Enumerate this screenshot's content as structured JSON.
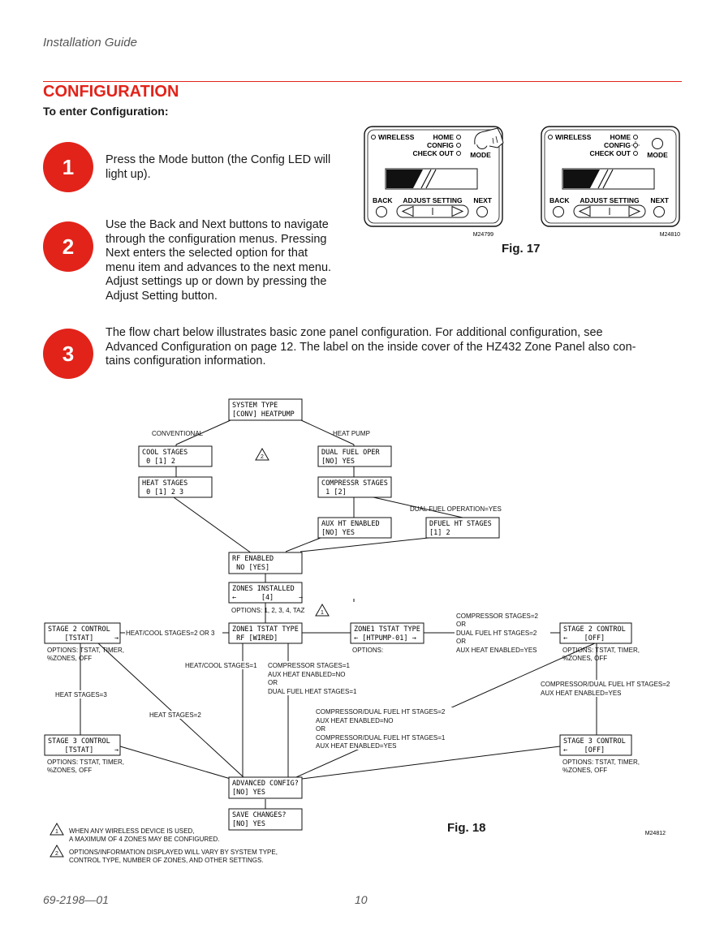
{
  "header": {
    "running_head": "Installation Guide"
  },
  "section": {
    "title": "CONFIGURATION",
    "subtitle": "To enter Configuration:"
  },
  "steps": [
    {
      "number": "1",
      "lines": [
        "Press the Mode button (the Config LED will",
        "light up)."
      ]
    },
    {
      "number": "2",
      "lines": [
        "Use the Back and Next buttons to navigate",
        "through the configuration menus. Pressing",
        "Next enters the selected option for that",
        "menu item and advances to the next menu.",
        "Adjust settings up or down by pressing the",
        "Adjust Setting button."
      ]
    },
    {
      "number": "3",
      "lines": [
        "The flow chart below illustrates basic zone panel configuration. For additional configuration, see",
        "Advanced Configuration on page 12. The label on the inside cover of the HZ432 Zone Panel also con-",
        "tains configuration information."
      ]
    }
  ],
  "fig17": {
    "label": "Fig. 17",
    "panels": [
      {
        "wireless": "WIRELESS",
        "home": "HOME",
        "config": "CONFIG",
        "check_out": "CHECK OUT",
        "mode": "MODE",
        "back": "BACK",
        "adjust": "ADJUST SETTING",
        "next": "NEXT",
        "code": "M24799"
      },
      {
        "wireless": "WIRELESS",
        "home": "HOME",
        "config": "CONFIG",
        "check_out": "CHECK OUT",
        "mode": "MODE",
        "back": "BACK",
        "adjust": "ADJUST SETTING",
        "next": "NEXT",
        "code": "M24810"
      }
    ]
  },
  "fig18": {
    "label": "Fig. 18",
    "code": "M24812",
    "boxes": {
      "system_type": [
        "SYSTEM TYPE",
        "[CONV] HEATPUMP"
      ],
      "cool_stages": [
        "COOL STAGES",
        " 0 [1] 2"
      ],
      "heat_stages": [
        "HEAT STAGES",
        " 0 [1] 2 3"
      ],
      "dual_fuel_oper": [
        "DUAL FUEL OPER",
        "[NO] YES"
      ],
      "compressr_stages": [
        "COMPRESSR STAGES",
        " 1 [2]"
      ],
      "aux_ht_enabled": [
        "AUX HT ENABLED",
        "[NO] YES"
      ],
      "dfuel_ht_stages": [
        "DFUEL HT STAGES",
        "[1] 2"
      ],
      "rf_enabled": [
        "RF ENABLED",
        " NO [YES]"
      ],
      "zones_installed": [
        "ZONES INSTALLED",
        "←      [4]      →"
      ],
      "zone1_tstat_left": [
        "ZONE1 TSTAT TYPE",
        " RF [WIRED]"
      ],
      "zone1_tstat_right": [
        "ZONE1 TSTAT TYPE",
        "← [HTPUMP-01] →"
      ],
      "stage2_left": [
        "STAGE 2 CONTROL",
        "    [TSTAT]     →"
      ],
      "stage2_right": [
        "STAGE 2 CONTROL",
        "←    [OFF]"
      ],
      "stage3_left": [
        "STAGE 3 CONTROL",
        "    [TSTAT]     →"
      ],
      "stage3_right": [
        "STAGE 3 CONTROL",
        "←    [OFF]"
      ],
      "advanced_config": [
        "ADVANCED CONFIG?",
        "[NO] YES"
      ],
      "save_changes": [
        "SAVE CHANGES?",
        "[NO] YES"
      ]
    },
    "labels": {
      "conventional": "CONVENTIONAL",
      "heat_pump": "HEAT PUMP",
      "warn2_top": "2",
      "dual_fuel_operation": "DUAL FUEL OPERATION=YES",
      "options_zones": "OPTIONS: 1, 2, 3, 4, TAZ",
      "warn1": "1",
      "heat_cool_stages_2or3": "HEAT/COOL STAGES=2 OR 3",
      "options_left": [
        "OPTIONS: TSTAT, TIMER,",
        "%ZONES, OFF"
      ],
      "options_right": [
        "OPTIONS: TSTAT, TIMER,",
        "%ZONES, OFF"
      ],
      "options_mid": "OPTIONS:",
      "compressor_group": [
        "COMPRESSOR STAGES=2",
        "OR",
        "DUAL FUEL HT STAGES=2",
        "OR",
        "AUX HEAT ENABLED=YES"
      ],
      "heat_cool_stages_1": "HEAT/COOL STAGES=1",
      "compressor_stages1_group": [
        "COMPRESSOR STAGES=1",
        "AUX HEAT ENABLED=NO",
        "OR",
        "DUAL FUEL HEAT STAGES=1"
      ],
      "heat_stages_3": "HEAT STAGES=3",
      "heat_stages_2": "HEAT STAGES=2",
      "compressor_dual2_right": [
        "COMPRESSOR/DUAL FUEL HT STAGES=2",
        "AUX HEAT ENABLED=YES"
      ],
      "compressor_dual_mid": [
        "COMPRESSOR/DUAL FUEL HT STAGES=2",
        "AUX HEAT ENABLED=NO",
        "OR",
        "COMPRESSOR/DUAL FUEL HT STAGES=1",
        "AUX HEAT ENABLED=YES"
      ],
      "options_stage3_left": [
        "OPTIONS: TSTAT, TIMER,",
        "%ZONES, OFF"
      ],
      "options_stage3_right": [
        "OPTIONS: TSTAT, TIMER,",
        "%ZONES, OFF"
      ]
    },
    "notes": [
      {
        "number": "1",
        "lines": [
          "WHEN ANY WIRELESS DEVICE IS USED,",
          "A MAXIMUM OF 4 ZONES MAY BE CONFIGURED."
        ]
      },
      {
        "number": "2",
        "lines": [
          "OPTIONS/INFORMATION DISPLAYED WILL VARY BY SYSTEM TYPE,",
          "CONTROL TYPE, NUMBER OF ZONES, AND OTHER SETTINGS."
        ]
      }
    ]
  },
  "footer": {
    "doc_number": "69-2198—01",
    "page": "10"
  }
}
